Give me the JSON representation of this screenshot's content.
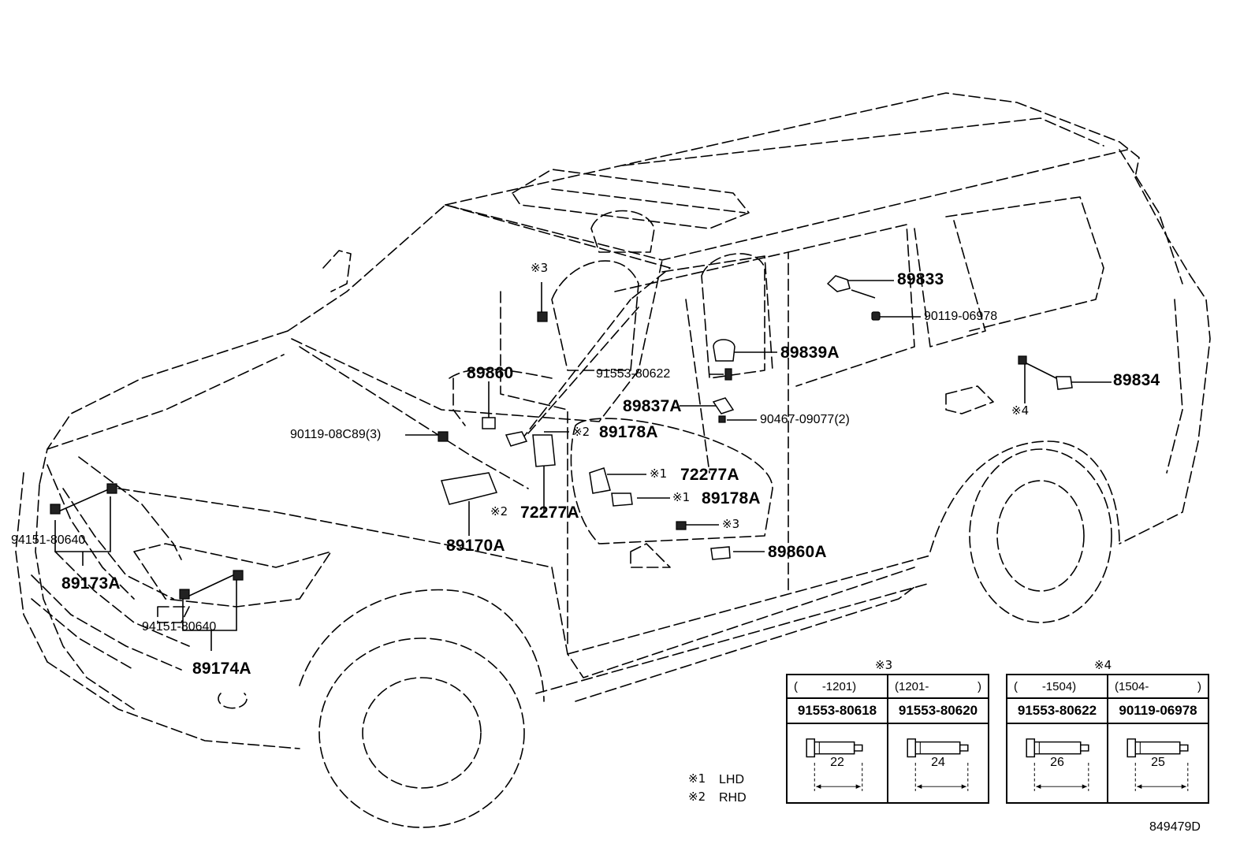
{
  "labels": {
    "p89833": "89833",
    "p90119_06978": "90119-06978",
    "p89839A": "89839A",
    "p91553_80622": "91553-80622",
    "p89837A": "89837A",
    "p90467": "90467-09077(2)",
    "p89834": "89834",
    "p89860": "89860",
    "p90119_08C89": "90119-08C89(3)",
    "p89178A_top": "89178A",
    "p72277A_right": "72277A",
    "p89178A_right": "89178A",
    "p72277A_left": "72277A",
    "p89170A": "89170A",
    "p89860A": "89860A",
    "p94151_a": "94151-80640",
    "p89173A": "89173A",
    "p94151_b": "94151-80640",
    "p89174A": "89174A"
  },
  "marks": {
    "m3_top": "※3",
    "m2_a": "※2",
    "m1_a": "※1",
    "m1_b": "※1",
    "m2_b": "※2",
    "m3_b": "※3",
    "m4": "※4"
  },
  "legend": {
    "lhd_mark": "※1",
    "lhd": "LHD",
    "rhd_mark": "※2",
    "rhd": "RHD"
  },
  "table3": {
    "title": "※3",
    "cols": [
      {
        "range_left": "(",
        "range_mid": "-1201)",
        "range_right": "",
        "part": "91553-80618",
        "length": "22"
      },
      {
        "range_left": "(1201-",
        "range_mid": "",
        "range_right": ")",
        "part": "91553-80620",
        "length": "24"
      }
    ]
  },
  "table4": {
    "title": "※4",
    "cols": [
      {
        "range_left": "(",
        "range_mid": "-1504)",
        "range_right": "",
        "part": "91553-80622",
        "length": "26"
      },
      {
        "range_left": "(1504-",
        "range_mid": "",
        "range_right": ")",
        "part": "90119-06978",
        "length": "25"
      }
    ]
  },
  "diagram_id": "849479D"
}
